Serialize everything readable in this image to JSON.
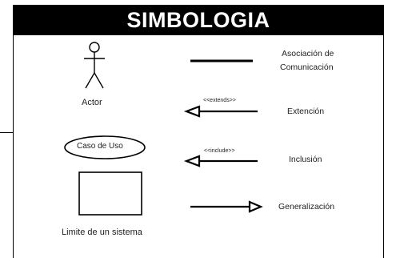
{
  "title": "SIMBOLOGIA",
  "symbols": {
    "actor": {
      "label": "Actor"
    },
    "use_case": {
      "label": "Caso de Uso"
    },
    "system_boundary": {
      "label": "Limite de un sistema"
    }
  },
  "relations": {
    "association": {
      "line1": "Asociación de",
      "line2": "Comunicación"
    },
    "extension": {
      "stereotype": "<<extends>>",
      "label": "Extención"
    },
    "inclusion": {
      "stereotype": "<<include>>",
      "label": "Inclusión"
    },
    "generalization": {
      "label": "Generalización"
    }
  }
}
